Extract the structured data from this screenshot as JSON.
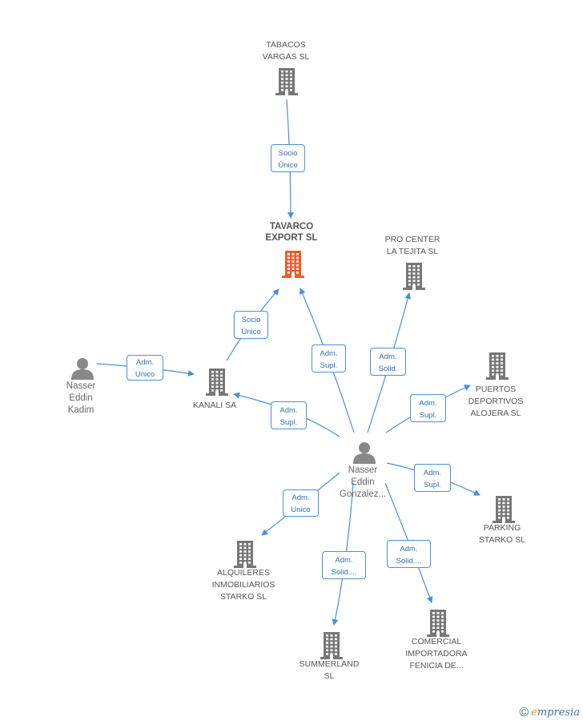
{
  "colors": {
    "edge": "#4a90d9",
    "building": "#777777",
    "building_focus": "#ef5a2f",
    "person": "#888888"
  },
  "nodes": [
    {
      "id": "tabacos",
      "kind": "building",
      "label": "TABACOS\nVARGAS SL",
      "icon": "building-icon"
    },
    {
      "id": "tavarco",
      "kind": "building-focus",
      "label": "TAVARCO\nEXPORT SL",
      "icon": "building-icon"
    },
    {
      "id": "procenter",
      "kind": "building",
      "label": "PRO CENTER\nLA TEJITA  SL",
      "icon": "building-icon"
    },
    {
      "id": "puertos",
      "kind": "building",
      "label": "PUERTOS\nDEPORTIVOS\nALOJERA  SL",
      "icon": "building-icon"
    },
    {
      "id": "kanali",
      "kind": "building",
      "label": "KANALI SA",
      "icon": "building-icon"
    },
    {
      "id": "kadim",
      "kind": "person",
      "label": "Nasser\nEddin\nKadim",
      "icon": "person-icon"
    },
    {
      "id": "gonzalez",
      "kind": "person",
      "label": "Nasser\nEddin\nGonzalez...",
      "icon": "person-icon"
    },
    {
      "id": "parking",
      "kind": "building",
      "label": "PARKING\nSTARKO  SL",
      "icon": "building-icon"
    },
    {
      "id": "alquileres",
      "kind": "building",
      "label": "ALQUILERES\nINMOBILIARIOS\nSTARKO  SL",
      "icon": "building-icon"
    },
    {
      "id": "summerland",
      "kind": "building",
      "label": "SUMMERLAND\nSL",
      "icon": "building-icon"
    },
    {
      "id": "comercial",
      "kind": "building",
      "label": "COMERCIAL\nIMPORTADORA\nFENICIA DE...",
      "icon": "building-icon"
    }
  ],
  "edges": [
    {
      "from": "tabacos",
      "to": "tavarco",
      "label": "Socio\nÚnico"
    },
    {
      "from": "kanali",
      "to": "tavarco",
      "label": "Socio\nÚnico"
    },
    {
      "from": "kadim",
      "to": "kanali",
      "label": "Adm.\nUnico"
    },
    {
      "from": "gonzalez",
      "to": "tavarco",
      "label": "Adm.\nSupl."
    },
    {
      "from": "gonzalez",
      "to": "procenter",
      "label": "Adm.\nSolid."
    },
    {
      "from": "gonzalez",
      "to": "puertos",
      "label": "Adm.\nSupl."
    },
    {
      "from": "gonzalez",
      "to": "kanali",
      "label": "Adm.\nSupl."
    },
    {
      "from": "gonzalez",
      "to": "parking",
      "label": "Adm.\nSupl."
    },
    {
      "from": "gonzalez",
      "to": "alquileres",
      "label": "Adm.\nUnico"
    },
    {
      "from": "gonzalez",
      "to": "summerland",
      "label": "Adm.\nSolid...."
    },
    {
      "from": "gonzalez",
      "to": "comercial",
      "label": "Adm.\nSolid...."
    }
  ],
  "footer": {
    "copyright": "©",
    "brand_initial": "e",
    "brand_rest": "mpresia"
  }
}
